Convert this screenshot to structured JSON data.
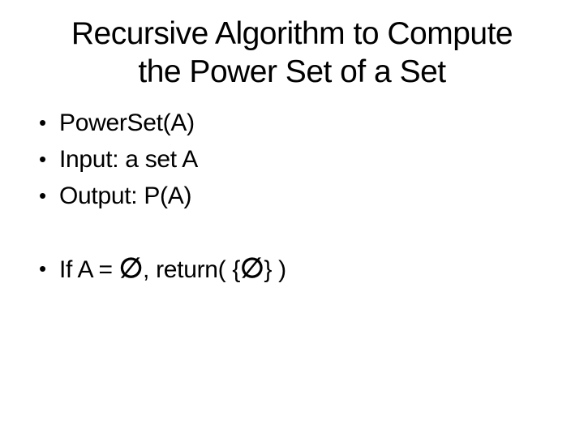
{
  "slide": {
    "background_color": "#ffffff",
    "text_color": "#000000",
    "bullet_glyph": "•",
    "title": {
      "line1": "Recursive Algorithm to Compute",
      "line2": "the Power Set of a Set"
    },
    "bullets": [
      {
        "text": "PowerSet(A)"
      },
      {
        "text": "Input: a set A"
      },
      {
        "text": "Output: P(A)"
      }
    ],
    "formula_bullet": {
      "segments": [
        {
          "text": "If A = "
        },
        {
          "text": "∅"
        },
        {
          "text": ", return( {"
        },
        {
          "text": "∅"
        },
        {
          "text": "} )"
        }
      ]
    }
  }
}
